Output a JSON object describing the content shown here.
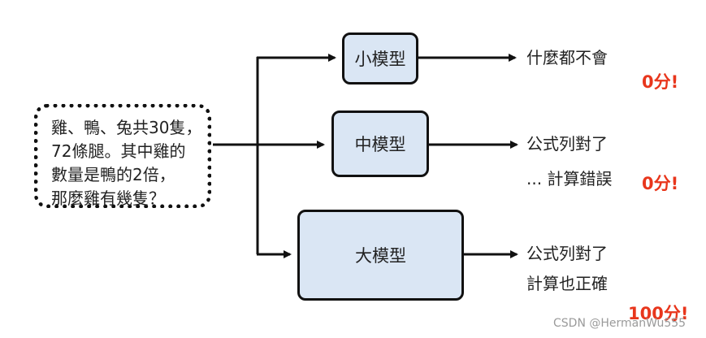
{
  "question": {
    "lines": [
      "雞、鴨、兔共30隻，",
      "72條腿。其中雞的",
      "數量是鴨的2倍，",
      "那麼雞有幾隻？"
    ]
  },
  "models": {
    "small": "小模型",
    "medium": "中模型",
    "large": "大模型"
  },
  "outputs": {
    "small": {
      "line1": "什麼都不會",
      "score": "0分!"
    },
    "medium": {
      "line1": "公式列對了",
      "line2": "... 計算錯誤",
      "score": "0分!"
    },
    "large": {
      "line1": "公式列對了",
      "line2": "計算也正確",
      "score": "100分!"
    }
  },
  "watermark": "CSDN @HermanWu555"
}
